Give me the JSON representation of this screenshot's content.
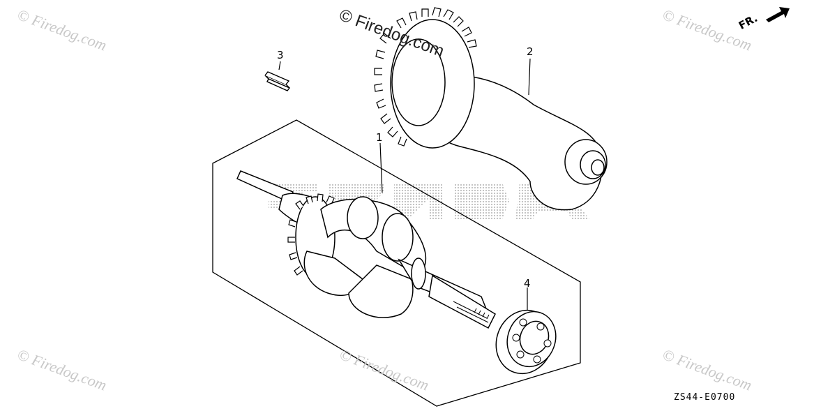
{
  "watermarks": {
    "top_left": "© Firedog.com",
    "top_center": "© Firedog.com",
    "top_right": "© Firedog.com",
    "bottom_left": "© Firedog.com",
    "bottom_center": "© Firedog.com",
    "bottom_right": "© Firedog.com"
  },
  "callouts": {
    "part1": "1",
    "part2": "2",
    "part3": "3",
    "part4": "4"
  },
  "direction_label": "FR.",
  "diagram_code": "ZS44-E0700",
  "brand_mark": "HONDA"
}
